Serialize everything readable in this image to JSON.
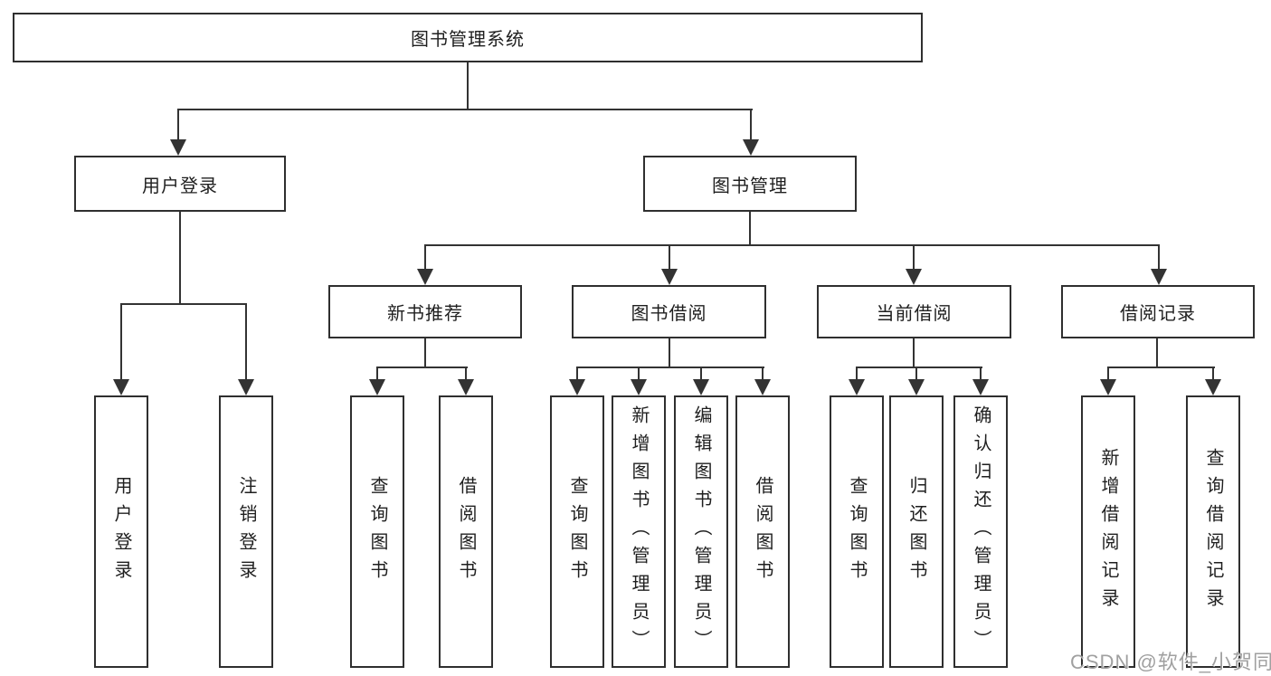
{
  "tree": {
    "label": "图书管理系统",
    "children": [
      {
        "label": "用户登录",
        "children": [
          {
            "label": "用户登录"
          },
          {
            "label": "注销登录"
          }
        ]
      },
      {
        "label": "图书管理",
        "children": [
          {
            "label": "新书推荐",
            "children": [
              {
                "label": "查询图书"
              },
              {
                "label": "借阅图书"
              }
            ]
          },
          {
            "label": "图书借阅",
            "children": [
              {
                "label": "查询图书"
              },
              {
                "label": "新增图书（管理员）"
              },
              {
                "label": "编辑图书（管理员）"
              },
              {
                "label": "借阅图书"
              }
            ]
          },
          {
            "label": "当前借阅",
            "children": [
              {
                "label": "查询图书"
              },
              {
                "label": "归还图书"
              },
              {
                "label": "确认归还（管理员）"
              }
            ]
          },
          {
            "label": "借阅记录",
            "children": [
              {
                "label": "新增借阅记录"
              },
              {
                "label": "查询借阅记录"
              }
            ]
          }
        ]
      }
    ]
  },
  "watermark": {
    "text": "CSDN @软件_小贺同学"
  },
  "colors": {
    "line": "#333333",
    "box_border": "#2f2f2f",
    "text": "#1f1f1f",
    "watermark": "#a0a0a0",
    "background": "#ffffff"
  }
}
